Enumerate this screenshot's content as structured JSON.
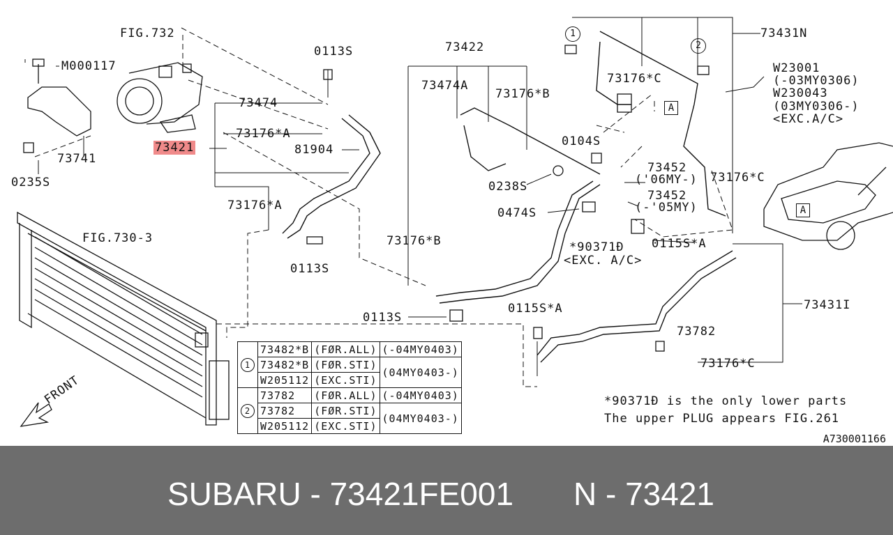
{
  "labels": {
    "fig732": "FIG.732",
    "m000117": "M000117",
    "c0113s_top": "0113S",
    "c73422": "73422",
    "c73431n": "73431N",
    "w23001": "W23001",
    "w23001_range": "(-03MY0306)",
    "w230043": "W230043",
    "w230043_range": "(03MY0306-)",
    "exc_ac_right": "<EXC.A/C>",
    "c73474": "73474",
    "c73474a": "73474A",
    "c73176b_top": "73176*B",
    "c73176c_top": "73176*C",
    "c73741": "73741",
    "c73176a_top": "73176*A",
    "c73421": "73421",
    "c81904": "81904",
    "c0104s": "0104S",
    "c73452a": "73452",
    "c73452a_range": "('06MY-)",
    "c73452b": "73452",
    "c73452b_range": "(-'05MY)",
    "c73176c_mid": "73176*C",
    "c0235s": "0235S",
    "c0238s": "0238S",
    "c0474s": "0474S",
    "c73176a_mid": "73176*A",
    "fig730_3": "FIG.730-3",
    "c73176b_mid": "73176*B",
    "c0113s_mid": "0113S",
    "c90371": "*90371Đ",
    "exc_ac_mid": "<EXC. A/C>",
    "c0115s_a_right": "0115S*A",
    "c0113s_low": "0113S",
    "c73431i": "73431I",
    "c0115s_a_low": "0115S*A",
    "c73782": "73782",
    "c73176c_low": "73176*C",
    "front": "FRONT",
    "tag_a": "A",
    "circle1": "1",
    "circle2": "2"
  },
  "table": {
    "group1_marker": "1",
    "group2_marker": "2",
    "rows": [
      {
        "part": "73482*B",
        "scope": "(FØR.ALL)",
        "range": "(-04MY0403)"
      },
      {
        "part": "73482*B",
        "scope": "(FØR.STI)",
        "range": "(04MY0403-)"
      },
      {
        "part": "W205112",
        "scope": "(EXC.STI)",
        "range": ""
      },
      {
        "part": "73782",
        "scope": "(FØR.ALL)",
        "range": "(-04MY0403)"
      },
      {
        "part": "73782",
        "scope": "(FØR.STI)",
        "range": "(04MY0403-)"
      },
      {
        "part": "W205112",
        "scope": "(EXC.STI)",
        "range": ""
      }
    ]
  },
  "notes": {
    "line1": "*90371Đ is the only lower parts",
    "line2": "The upper PLUG appears FIG.261"
  },
  "reference_id": "A730001166",
  "footer": {
    "brand_part": "SUBARU - 73421FE001",
    "ref_number": "N - 73421"
  },
  "colors": {
    "highlight": "#f08a8a",
    "footer_bg": "#6d6d6d",
    "footer_text": "#ffffff"
  }
}
